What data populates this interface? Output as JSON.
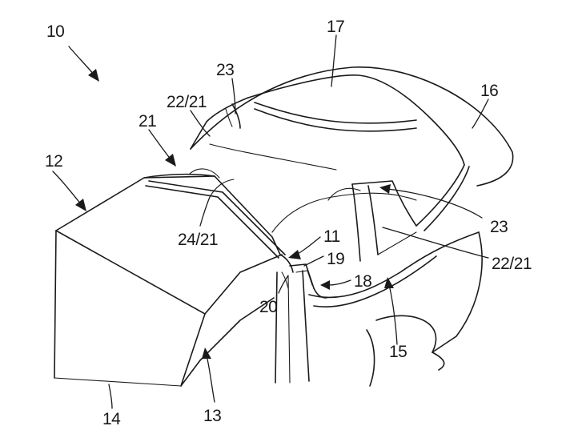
{
  "labels": {
    "l10": "10",
    "l12": "12",
    "l13": "13",
    "l14": "14",
    "l15": "15",
    "l16": "16",
    "l17": "17",
    "l18": "18",
    "l19": "19",
    "l20": "20",
    "l11": "11",
    "l21": "21",
    "l23a": "23",
    "l23b": "23",
    "l2221a": "22/21",
    "l2221b": "22/21",
    "l2421": "24/21"
  }
}
